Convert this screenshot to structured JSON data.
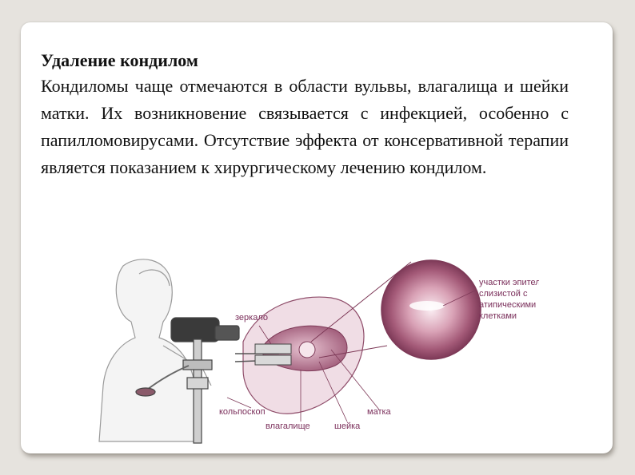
{
  "slide": {
    "title": "Удаление кондилом",
    "paragraph": "Кондиломы чаще отмечаются в области вульвы, влагалища и шейки матки. Их возникновение связывается с инфекцией, особенно с папилломовирусами. Отсутствие эффекта от консервативной терапии является показанием к хирургическому лечению кондилом."
  },
  "figure": {
    "labels": {
      "mirror": "зеркало",
      "colposcope": "кольпоскоп",
      "vagina": "влагалище",
      "cervix": "шейка",
      "uterus": "матка",
      "epithelium_line1": "участки эпителия",
      "epithelium_line2": "слизистой с",
      "epithelium_line3": "атипическими",
      "epithelium_line4": "клетками"
    }
  },
  "colors": {
    "background": "#e6e3de",
    "slide": "#ffffff",
    "accent": "#a0506e"
  }
}
